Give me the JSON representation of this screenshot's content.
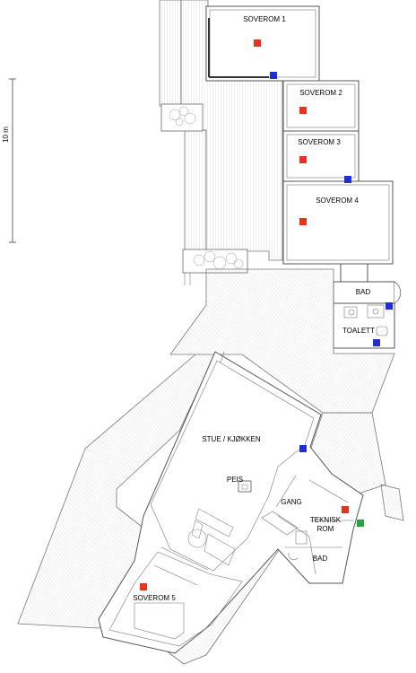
{
  "scale_label": "10 m",
  "rooms": {
    "soverom1": "SOVEROM 1",
    "soverom2": "SOVEROM 2",
    "soverom3": "SOVEROM 3",
    "soverom4": "SOVEROM 4",
    "bad_top": "BAD",
    "toalett": "TOALETT",
    "stue": "STUE / KJØKKEN",
    "peis": "PEIS",
    "gang": "GANG",
    "teknisk1": "TEKNISK",
    "teknisk2": "ROM",
    "bad_bottom": "BAD",
    "soverom5": "SOVEROM 5"
  },
  "marker_colors": {
    "red": "#e8321e",
    "blue": "#1f2fd6",
    "green": "#22a83a"
  }
}
